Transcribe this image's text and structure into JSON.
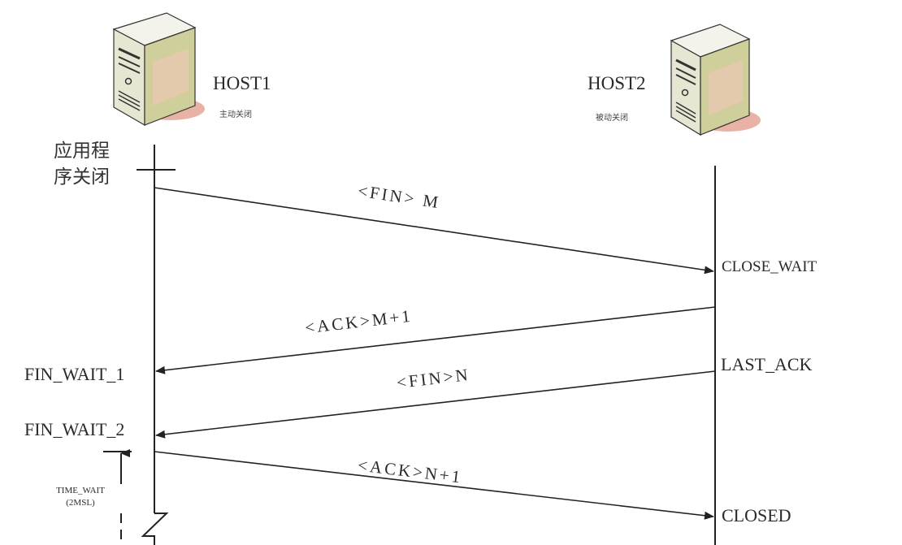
{
  "hosts": {
    "host1": {
      "name": "HOST1",
      "role": "主动关闭"
    },
    "host2": {
      "name": "HOST2",
      "role": "被动关闭"
    }
  },
  "app_close": {
    "line1": "应用程",
    "line2": "序关闭"
  },
  "states": {
    "close_wait": "CLOSE_WAIT",
    "last_ack": "LAST_ACK",
    "closed": "CLOSED",
    "fin_wait_1": "FIN_WAIT_1",
    "fin_wait_2": "FIN_WAIT_2",
    "time_wait": "TIME_WAIT",
    "time_wait_duration": "(2MSL)"
  },
  "messages": {
    "fin_m": "<FIN> M",
    "ack_m1": "<ACK>M+1",
    "fin_n": "<FIN>N",
    "ack_n1": "<ACK>N+1"
  },
  "colors": {
    "line": "#222222",
    "server_top": "#f3f3ec",
    "server_side": "#cfcf9c",
    "server_shadow": "#e9b2a6"
  },
  "icons": [
    "server-icon",
    "server-icon"
  ]
}
